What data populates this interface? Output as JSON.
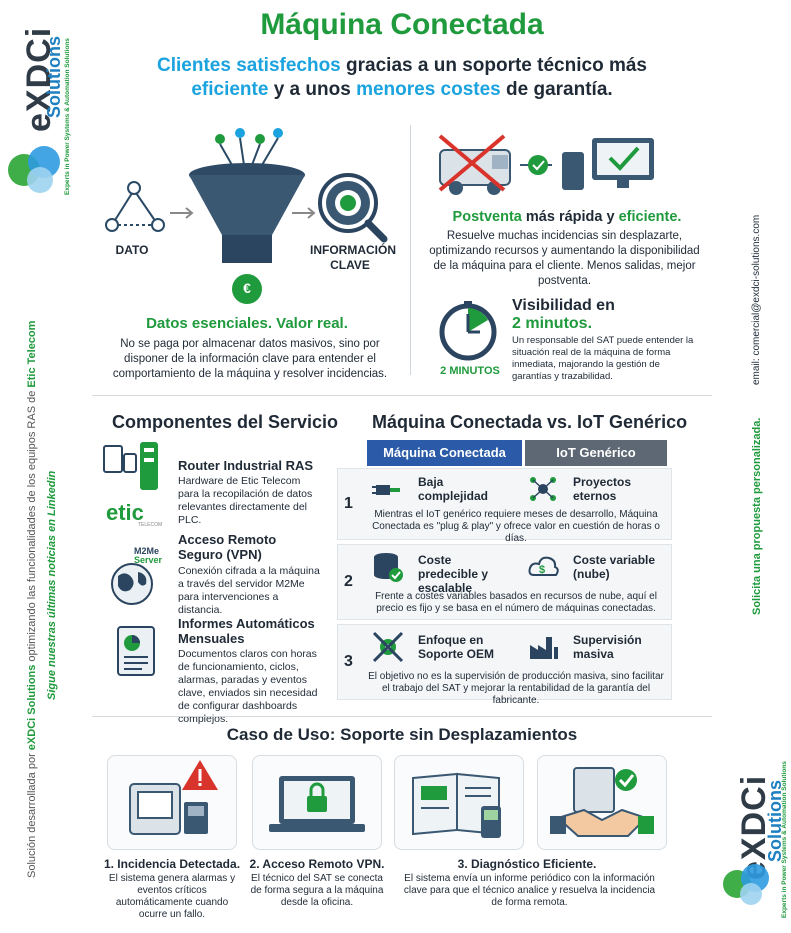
{
  "title": "Máquina Conectada",
  "subtitle": {
    "p1": "Clientes satisfechos",
    "p2": " gracias a un soporte técnico más",
    "p3": "eficiente",
    "p4": " y a unos ",
    "p5": "menores costes",
    "p6": " de garantía."
  },
  "funnel": {
    "dato_label": "DATO",
    "info_label": "INFORMACIÓN CLAVE",
    "coin_symbol": "€",
    "heading": "Datos esenciales. Valor real.",
    "text": "No se paga por almacenar datos masivos, sino por disponer de la información clave para entender el comportamiento de la máquina y resolver incidencias."
  },
  "postventa": {
    "h1": "Postventa",
    "h2": " más rápida y ",
    "h3": "eficiente.",
    "text": "Resuelve muchas incidencias sin desplazarte, optimizando recursos y aumentando la disponibilidad de la máquina para el cliente. Menos salidas, mejor postventa."
  },
  "visibilidad": {
    "h1": "Visibilidad en",
    "h2": "2 minutos.",
    "clock_label": "2 MINUTOS",
    "text": "Un responsable del SAT puede entender la situación real de la máquina de forma inmediata, majorando la gestión de garantías y trazabilidad."
  },
  "components": {
    "title": "Componentes del Servicio",
    "items": [
      {
        "title": "Router Industrial RAS",
        "text": "Hardware de Etic Telecom para la recopilación de datos relevantes directamente del PLC."
      },
      {
        "title": "Acceso Remoto Seguro (VPN)",
        "text": "Conexión cifrada a la máquina a través del servidor M2Me para intervenciones a distancia."
      },
      {
        "title": "Informes Automáticos Mensuales",
        "text": "Documentos claros con horas de funcionamiento, ciclos, alarmas, paradas y eventos clave, enviados sin necesidad de configurar dashboards complejos."
      }
    ],
    "etic_logo": "etic",
    "etic_sub": "TELECOM",
    "m2me_logo": "M2Me",
    "m2me_sub": "Server"
  },
  "comparison": {
    "title": "Máquina Conectada vs. IoT Genérico",
    "col1": "Máquina Conectada",
    "col2": "IoT Genérico",
    "rows": [
      {
        "num": "1",
        "left": "Baja complejidad",
        "right": "Proyectos eternos",
        "note": "Mientras el IoT genérico requiere meses de desarrollo, Máquina Conectada es \"plug & play\" y ofrece valor en cuestión de horas o días."
      },
      {
        "num": "2",
        "left": "Coste predecible y escalable",
        "right": "Coste variable (nube)",
        "note": "Frente a costes variables basados en recursos de nube, aquí el precio es fijo y se basa en el número de máquinas conectadas."
      },
      {
        "num": "3",
        "left": "Enfoque en Soporte OEM",
        "right": "Supervisión masiva",
        "note": "El objetivo no es la supervisión de producción masiva, sino facilitar el trabajo del SAT y mejorar la rentabilidad de la garantía del fabricante."
      }
    ]
  },
  "case": {
    "title": "Caso de Uso: Soporte sin Desplazamientos",
    "steps": [
      {
        "title": "1. Incidencia Detectada.",
        "text": "El sistema genera alarmas y eventos críticos automáticamente cuando ocurre un fallo."
      },
      {
        "title": "2. Acceso Remoto VPN.",
        "text": "El técnico del SAT se conecta de forma segura a la máquina desde la oficina."
      },
      {
        "title": "3. Diagnóstico Eficiente.",
        "text": "El sistema envía un informe periódico con la información clave para que el técnico analice y resuelva la incidencia de forma remota."
      }
    ]
  },
  "sidebar_left": {
    "logo_word": "eXDCi",
    "logo_sub": "Solutions",
    "tagline": "Experts in Power Systems & Automation Solutions",
    "credit_prefix": "Solución desarrollada por ",
    "credit_brand": "eXDCi Solutions",
    "credit_mid": " optimizando las funcionalidades de los equipos RAS de ",
    "credit_etic": "Etic Telecom",
    "follow": "Sigue nuestras últimas noticias en Linkedin"
  },
  "sidebar_right": {
    "email": "email: comercial@exdci-solutions.com",
    "cta": "Solicita una propuesta personalizada.",
    "logo_word": "eXDCi",
    "logo_sub": "Solutions",
    "tagline": "Experts in Power Systems & Automation Solutions"
  },
  "colors": {
    "green": "#1f9a3c",
    "cyan": "#1aa3de",
    "navy": "#2b5aa8",
    "grey_header": "#5d6874"
  }
}
